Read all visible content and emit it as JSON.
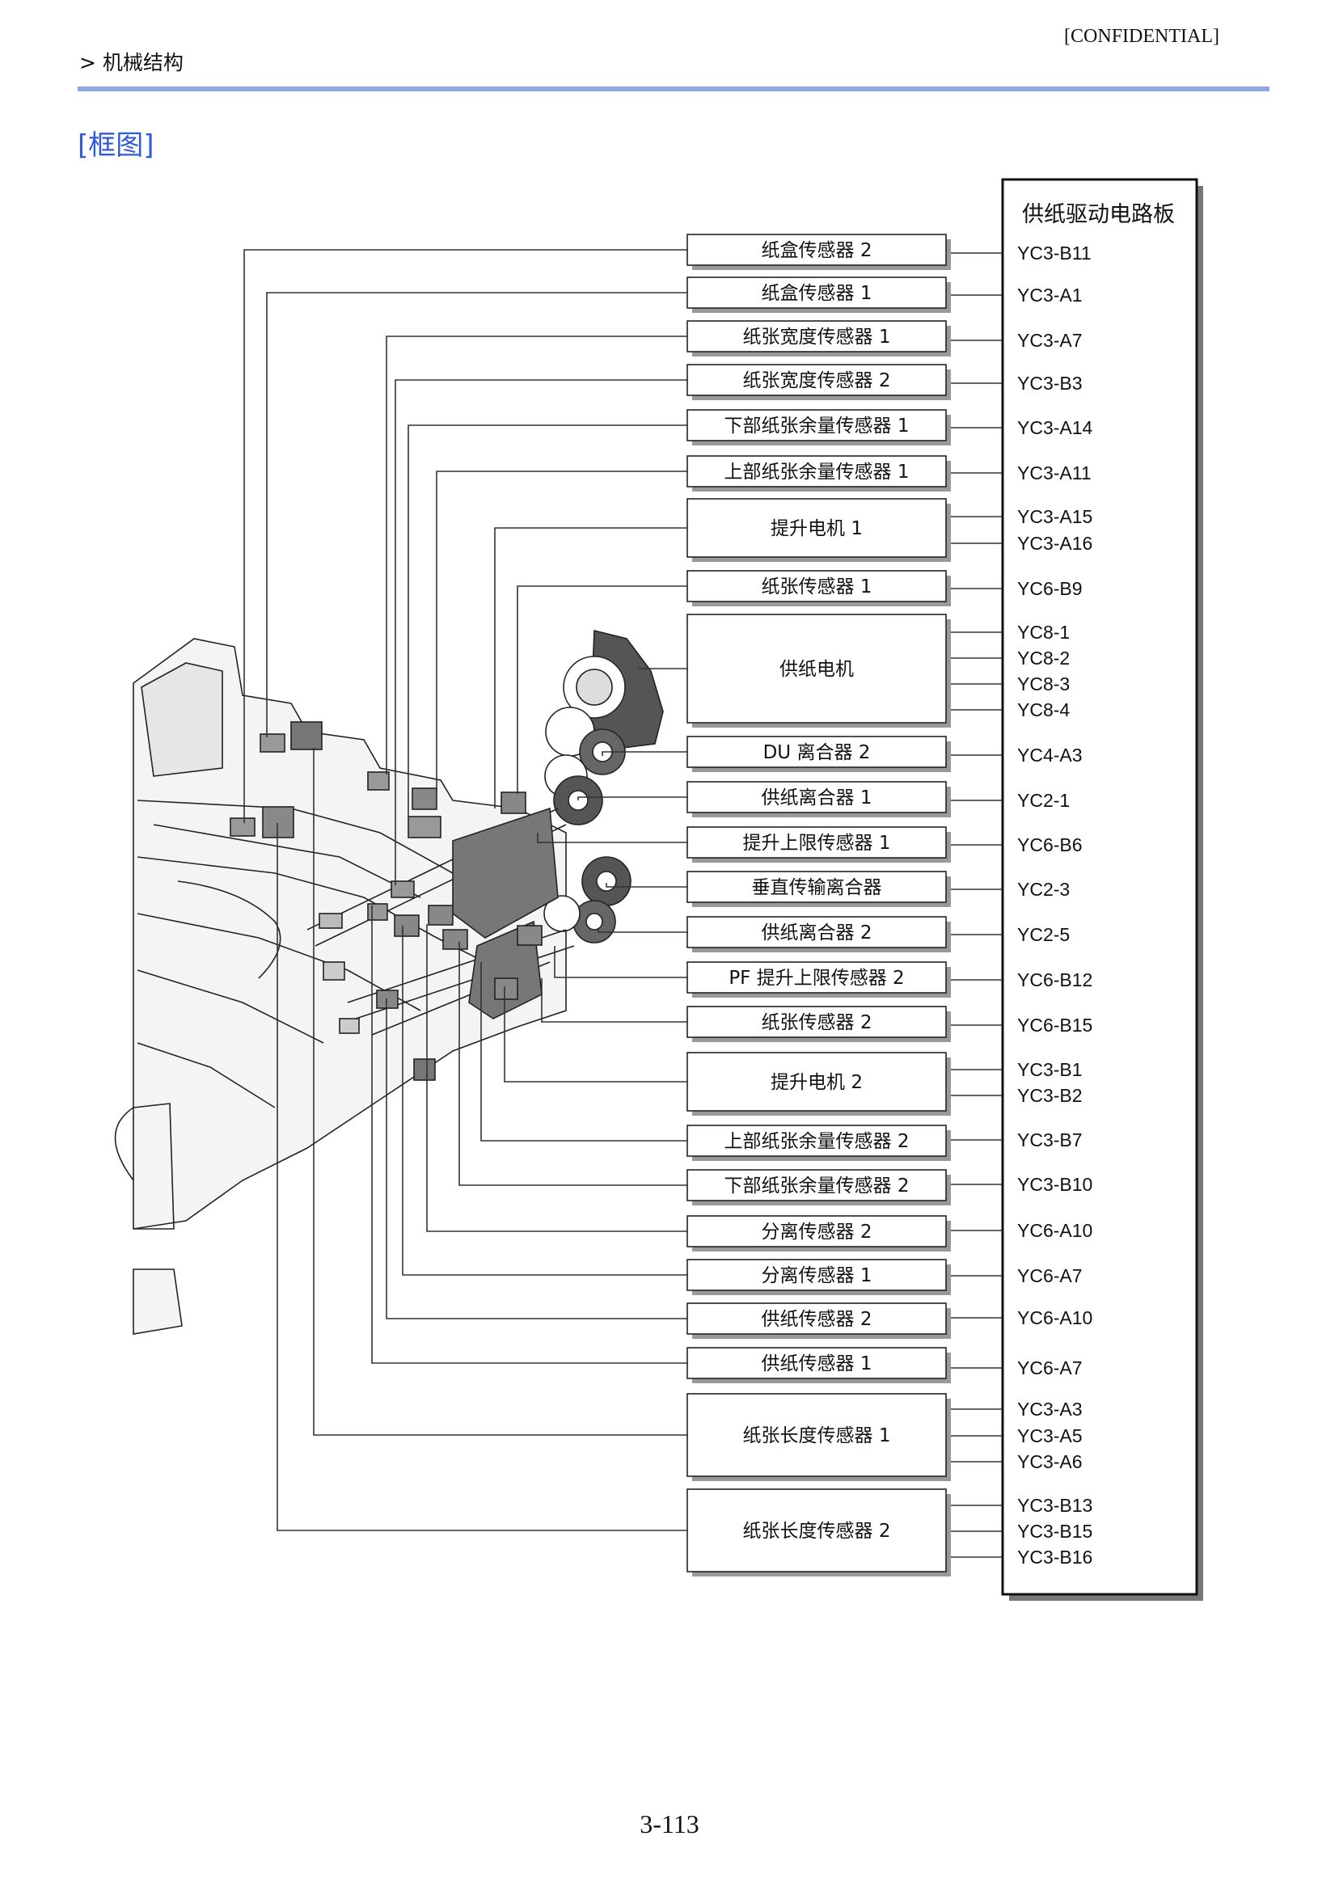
{
  "header": {
    "confidential": "[CONFIDENTIAL]",
    "breadcrumb": "> 机械结构"
  },
  "section_title": "[框图]",
  "board": {
    "title": "供纸驱动电路板"
  },
  "components": [
    {
      "label": "纸盒传感器 2",
      "pins": [
        "YC3-B11"
      ]
    },
    {
      "label": "纸盒传感器 1",
      "pins": [
        "YC3-A1"
      ]
    },
    {
      "label": "纸张宽度传感器 1",
      "pins": [
        "YC3-A7"
      ]
    },
    {
      "label": "纸张宽度传感器 2",
      "pins": [
        "YC3-B3"
      ]
    },
    {
      "label": "下部纸张余量传感器 1",
      "pins": [
        "YC3-A14"
      ]
    },
    {
      "label": "上部纸张余量传感器 1",
      "pins": [
        "YC3-A11"
      ]
    },
    {
      "label": "提升电机 1",
      "pins": [
        "YC3-A15",
        "YC3-A16"
      ]
    },
    {
      "label": "纸张传感器 1",
      "pins": [
        "YC6-B9"
      ]
    },
    {
      "label": "供纸电机",
      "pins": [
        "YC8-1",
        "YC8-2",
        "YC8-3",
        "YC8-4"
      ]
    },
    {
      "label": "DU 离合器 2",
      "pins": [
        "YC4-A3"
      ]
    },
    {
      "label": "供纸离合器 1",
      "pins": [
        "YC2-1"
      ]
    },
    {
      "label": "提升上限传感器 1",
      "pins": [
        "YC6-B6"
      ]
    },
    {
      "label": "垂直传输离合器",
      "pins": [
        "YC2-3"
      ]
    },
    {
      "label": "供纸离合器 2",
      "pins": [
        "YC2-5"
      ]
    },
    {
      "label": "PF 提升上限传感器 2",
      "pins": [
        "YC6-B12"
      ]
    },
    {
      "label": "纸张传感器 2",
      "pins": [
        "YC6-B15"
      ]
    },
    {
      "label": "提升电机 2",
      "pins": [
        "YC3-B1",
        "YC3-B2"
      ]
    },
    {
      "label": "上部纸张余量传感器 2",
      "pins": [
        "YC3-B7"
      ]
    },
    {
      "label": "下部纸张余量传感器 2",
      "pins": [
        "YC3-B10"
      ]
    },
    {
      "label": "分离传感器 2",
      "pins": [
        "YC6-A10"
      ]
    },
    {
      "label": "分离传感器 1",
      "pins": [
        "YC6-A7"
      ]
    },
    {
      "label": "供纸传感器 2",
      "pins": [
        "YC6-A10"
      ]
    },
    {
      "label": "供纸传感器 1",
      "pins": [
        "YC6-A7"
      ]
    },
    {
      "label": "纸张长度传感器 1",
      "pins": [
        "YC3-A3",
        "YC3-A5",
        "YC3-A6"
      ]
    },
    {
      "label": "纸张长度传感器 2",
      "pins": [
        "YC3-B13",
        "YC3-B15",
        "YC3-B16"
      ]
    }
  ],
  "page_number": "3-113"
}
